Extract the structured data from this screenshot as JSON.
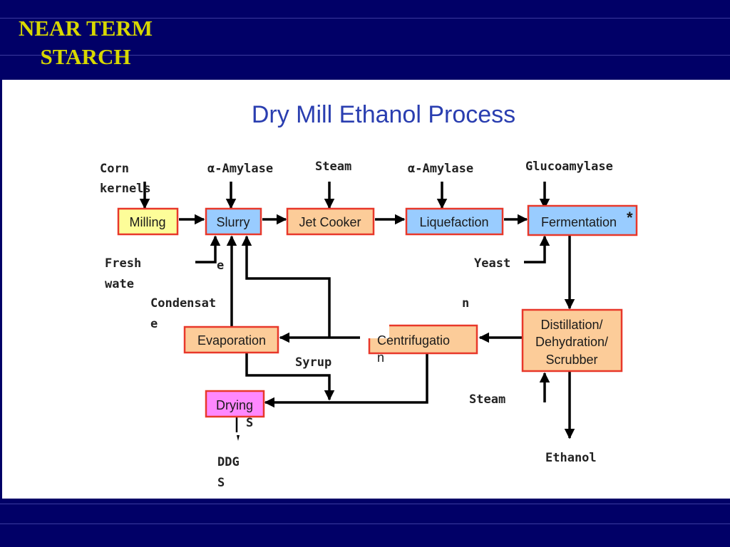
{
  "slide": {
    "title_line1": "NEAR TERM",
    "title_line2": "STARCH"
  },
  "diagram": {
    "title": "Dry Mill Ethanol Process",
    "colors": {
      "box_yellow": "#fdfd99",
      "box_blue": "#99ccff",
      "box_orange": "#fccc99",
      "box_pink": "#fe88fe",
      "box_border": "#e8382a",
      "title_blue": "#2a3eb0",
      "header_bg": "#010067",
      "header_title": "#d8d800"
    },
    "boxes": {
      "milling": "Milling",
      "slurry": "Slurry",
      "jet_cooker": "Jet Cooker",
      "liquefaction": "Liquefaction",
      "fermentation": "Fermentation",
      "fermentation_mark": "*",
      "distillation_1": "Distillation/",
      "distillation_2": "Dehydration/",
      "distillation_3": "Scrubber",
      "centrifugation_1": "Centrifugatio",
      "centrifugation_2": "n",
      "evaporation": "Evaporation",
      "drying": "Drying"
    },
    "labels": {
      "corn_1": "Corn",
      "corn_2": "kernels",
      "amylase_1": "α-Amylase",
      "steam_top": "Steam",
      "amylase_2": "α-Amylase",
      "glucoamylase": "Glucoamylase",
      "fresh_1": "Fresh",
      "fresh_2": "wate",
      "fresh_3": "e",
      "yeast": "Yeast",
      "condensate_1": "Condensat",
      "condensate_2": "e",
      "stray_n": "n",
      "syrup": "Syrup",
      "steam_bottom": "Steam",
      "ddgs_1": "DDG",
      "ddgs_2": "S",
      "ddgs_s": "S",
      "ethanol": "Ethanol"
    }
  }
}
